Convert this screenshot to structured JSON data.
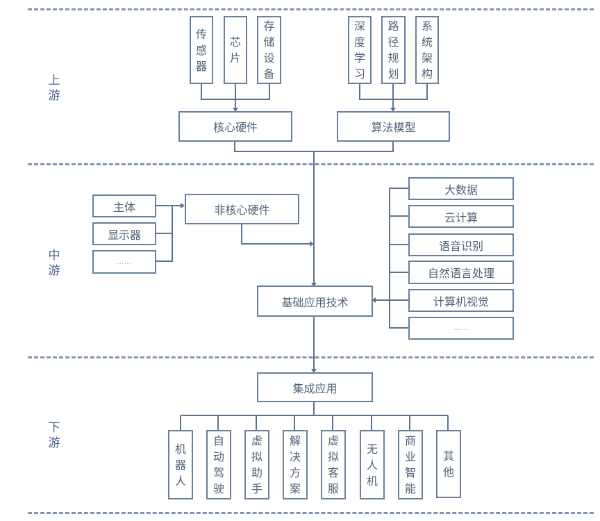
{
  "stages": {
    "upstream": "上游",
    "midstream": "中游",
    "downstream": "下游"
  },
  "upstream": {
    "hardware_items": [
      "传感器",
      "芯片",
      "存储设备"
    ],
    "algorithm_items": [
      "深度学习",
      "路径规划",
      "系统架构"
    ],
    "core_hardware": "核心硬件",
    "algorithm_model": "算法模型"
  },
  "midstream": {
    "noncore_items": [
      "主体",
      "显示器",
      "……"
    ],
    "noncore_hardware": "非核心硬件",
    "basic_tech": "基础应用技术",
    "tech_items": [
      "大数据",
      "云计算",
      "语音识别",
      "自然语言处理",
      "计算机视觉",
      "……"
    ]
  },
  "downstream": {
    "integrated": "集成应用",
    "apps": [
      "机器人",
      "自动驾驶",
      "虚拟助手",
      "解决方案",
      "虚拟客服",
      "无人机",
      "商业智能",
      "其他"
    ]
  }
}
